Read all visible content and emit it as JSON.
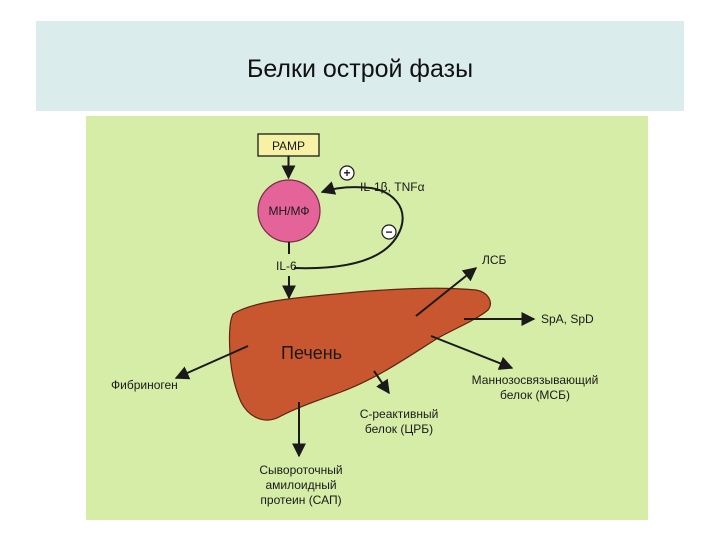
{
  "title": "Белки острой фазы",
  "colors": {
    "title_bg": "#daecec",
    "diagram_bg": "#d6eda8",
    "liver": "#c8562e",
    "cell": "#e4649a",
    "pamp_box": "#f7f1a6",
    "arrow": "#1a1a1a"
  },
  "diagram": {
    "pamp": "PAMP",
    "cell": "МН/МФ",
    "plus_sign": "+",
    "minus_sign": "−",
    "cytokines": "IL-1β, TNFα",
    "il6": "IL-6",
    "liver": "Печень",
    "lsb": "ЛСБ",
    "surfactant": "SpA, SpD",
    "fibrinogen": "Фибриноген",
    "msb_line1": "Маннозосвязывающий",
    "msb_line2": "белок (МСБ)",
    "crp_line1": "С-реактивный",
    "crp_line2": "белок (ЦРБ)",
    "sap_line1": "Сывороточный",
    "sap_line2": "амилоидный",
    "sap_line3": "протеин (САП)"
  }
}
